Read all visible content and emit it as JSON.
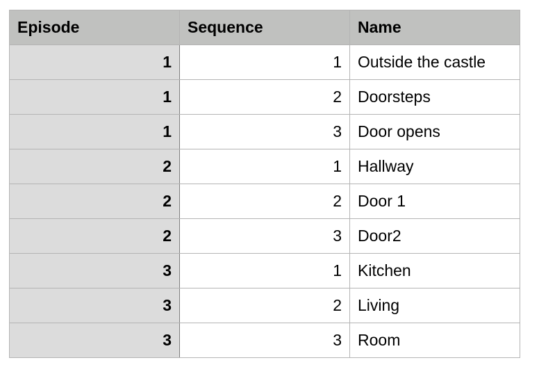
{
  "table": {
    "headers": [
      "Episode",
      "Sequence",
      "Name"
    ],
    "rows": [
      {
        "episode": "1",
        "sequence": "1",
        "name": "Outside the castle"
      },
      {
        "episode": "1",
        "sequence": "2",
        "name": "Doorsteps"
      },
      {
        "episode": "1",
        "sequence": "3",
        "name": "Door opens"
      },
      {
        "episode": "2",
        "sequence": "1",
        "name": "Hallway"
      },
      {
        "episode": "2",
        "sequence": "2",
        "name": "Door 1"
      },
      {
        "episode": "2",
        "sequence": "3",
        "name": "Door2"
      },
      {
        "episode": "3",
        "sequence": "1",
        "name": "Kitchen"
      },
      {
        "episode": "3",
        "sequence": "2",
        "name": "Living"
      },
      {
        "episode": "3",
        "sequence": "3",
        "name": "Room"
      }
    ],
    "colors": {
      "header_bg": "#c0c1bf",
      "first_col_bg": "#dcdcdc",
      "grid": "#b4b4b4"
    }
  }
}
